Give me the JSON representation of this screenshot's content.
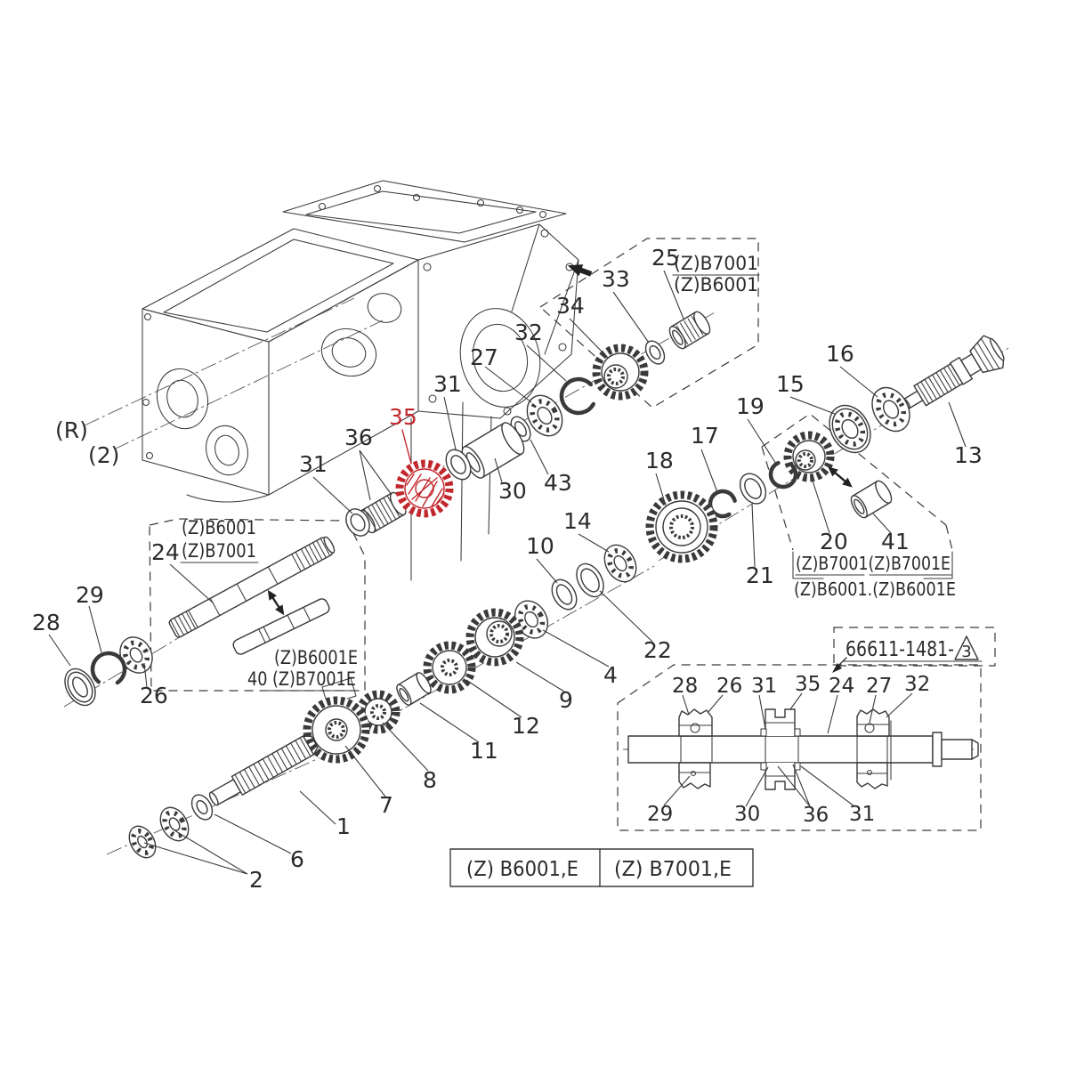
{
  "diagram": {
    "type": "exploded-parts-diagram",
    "subject": "Transmission gear shaft assembly",
    "highlighted_part": "35",
    "colors": {
      "line": "#3a3a3a",
      "label": "#2b2b2b",
      "highlight": "#c1272d",
      "background": "#ffffff"
    }
  },
  "housing": {
    "ref_r": "(R)",
    "ref_qty": "(2)"
  },
  "callouts": {
    "p1": "1",
    "p2": "2",
    "p4": "4",
    "p6": "6",
    "p7": "7",
    "p8": "8",
    "p9": "9",
    "p10": "10",
    "p11": "11",
    "p12": "12",
    "p13": "13",
    "p14": "14",
    "p15": "15",
    "p16": "16",
    "p17": "17",
    "p18": "18",
    "p19": "19",
    "p20": "20",
    "p21": "21",
    "p22": "22",
    "p24": "24",
    "p25": "25",
    "p26": "26",
    "p27": "27",
    "p28": "28",
    "p29": "29",
    "p30": "30",
    "p31a": "31",
    "p31b": "31",
    "p32": "32",
    "p33": "33",
    "p34": "34",
    "p35": "35",
    "p36": "36",
    "p41": "41",
    "p43": "43"
  },
  "model_boxes": {
    "b25": {
      "line1": "(Z)B7001",
      "line2": "(Z)B6001"
    },
    "b24": {
      "line1": "(Z)B6001",
      "line2": "(Z)B7001"
    },
    "b40": {
      "line1": "(Z)B6001E",
      "line2": "40 (Z)B7001E"
    },
    "b20_41": {
      "line1": "(Z)B7001(Z)B7001E",
      "line2": "(Z)B6001.(Z)B6001E"
    }
  },
  "inset": {
    "ref_number": "66611-1481-",
    "ref_revision": "3",
    "top_labels": [
      "28",
      "26",
      "31",
      "35",
      "24",
      "27",
      "32"
    ],
    "bottom_labels": [
      "29",
      "30",
      "36",
      "31"
    ]
  },
  "footer": {
    "left": "(Z) B6001,E",
    "right": "(Z) B7001,E"
  }
}
